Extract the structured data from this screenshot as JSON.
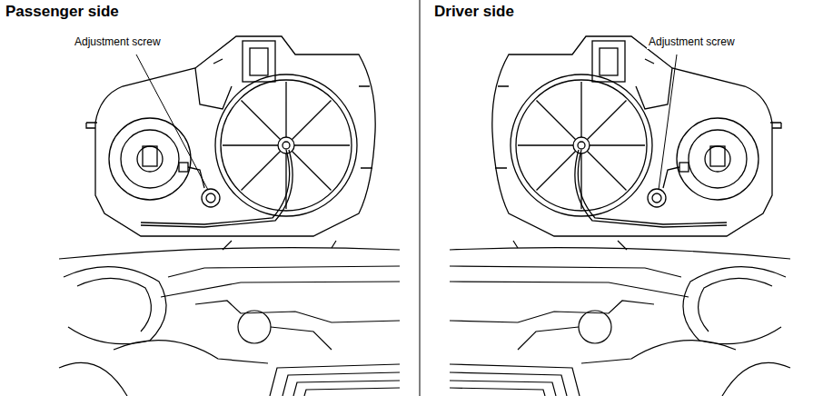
{
  "diagram": {
    "labels": [
      "Passenger side",
      "Adjustment screw",
      "Driver side",
      "Adjustment screw"
    ]
  }
}
